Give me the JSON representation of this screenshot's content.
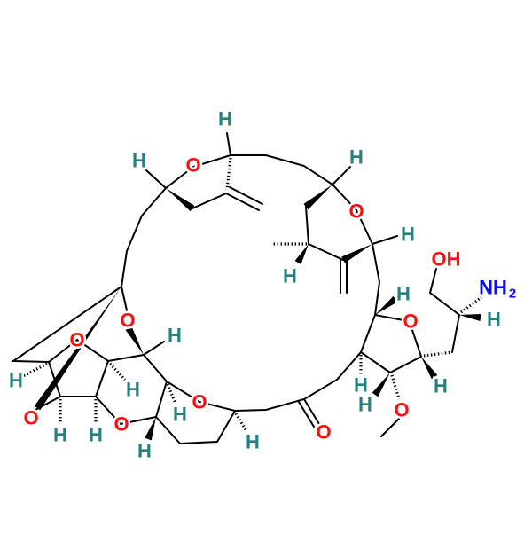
{
  "title": "Eribulin structure",
  "labels": {
    "oxygen": "O",
    "hydrogen": "H",
    "hydroxyl": "OH",
    "amine": "NH",
    "amine_subscript": "2"
  },
  "colors": {
    "oxygen": "#ff0d0d",
    "hydrogen": "#268080",
    "nitrogen": "#0a0aff",
    "bond": "#000000"
  }
}
